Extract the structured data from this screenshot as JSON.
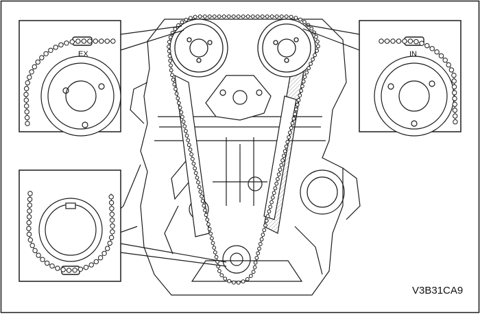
{
  "figure": {
    "label": "V3B31CA9"
  },
  "callouts": {
    "exhaust_mark": "EX",
    "intake_mark": "IN"
  },
  "colors": {
    "line": "#1a1a1a",
    "background": "#ffffff",
    "shade": "#d9d9d9"
  }
}
